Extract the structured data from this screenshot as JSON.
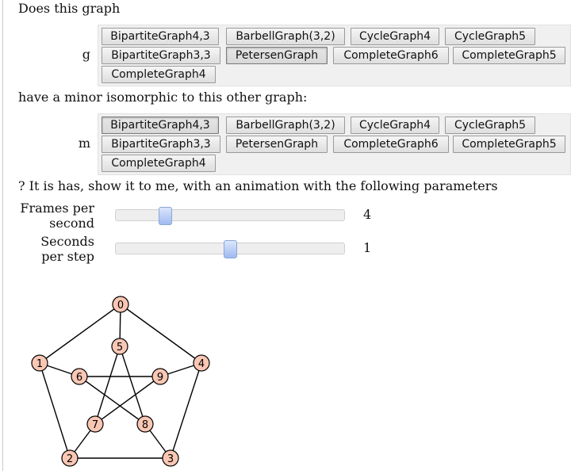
{
  "prompt": {
    "intro": "Does this graph",
    "middle": "have a minor isomorphic to this other graph:",
    "question": "? It is has, show it to me, with an animation with the following parameters"
  },
  "g_selector": {
    "label": "g",
    "options": [
      "BipartiteGraph4,3",
      "BarbellGraph(3,2)",
      "CycleGraph4",
      "CycleGraph5",
      "BipartiteGraph3,3",
      "PetersenGraph",
      "CompleteGraph6",
      "CompleteGraph5",
      "CompleteGraph4"
    ],
    "selected": "PetersenGraph"
  },
  "m_selector": {
    "label": "m",
    "options": [
      "BipartiteGraph4,3",
      "BarbellGraph(3,2)",
      "CycleGraph4",
      "CycleGraph5",
      "BipartiteGraph3,3",
      "PetersenGraph",
      "CompleteGraph6",
      "CompleteGraph5",
      "CompleteGraph4"
    ],
    "selected": "BipartiteGraph4,3"
  },
  "sliders": {
    "fps": {
      "label_line1": "Frames per",
      "label_line2": "second",
      "value": "4",
      "fraction": 0.2
    },
    "seconds": {
      "label_line1": "Seconds",
      "label_line2": "per step",
      "value": "1",
      "fraction": 0.5
    }
  },
  "graph": {
    "vertices": [
      "0",
      "1",
      "2",
      "3",
      "4",
      "5",
      "6",
      "7",
      "8",
      "9"
    ],
    "edges": [
      [
        0,
        1
      ],
      [
        1,
        2
      ],
      [
        2,
        3
      ],
      [
        3,
        4
      ],
      [
        4,
        0
      ],
      [
        0,
        5
      ],
      [
        1,
        6
      ],
      [
        2,
        7
      ],
      [
        3,
        8
      ],
      [
        4,
        9
      ],
      [
        5,
        7
      ],
      [
        7,
        9
      ],
      [
        9,
        6
      ],
      [
        6,
        8
      ],
      [
        8,
        5
      ]
    ],
    "vertex_color": "#fac7b5",
    "edge_color": "#000000"
  }
}
